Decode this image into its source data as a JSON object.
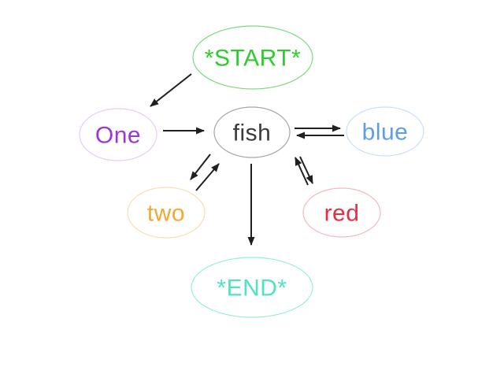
{
  "page": {
    "background": "#ffffff"
  },
  "diagram": {
    "type": "directed-graph",
    "arrow_color": "#1f1f1f",
    "nodes": {
      "start": {
        "label": "*START*",
        "text_color": "#2fcc2f",
        "border_color": "#7bdb7b"
      },
      "one": {
        "label": "One",
        "text_color": "#9b35e0",
        "border_color": "#e6cdf5"
      },
      "fish": {
        "label": "fish",
        "text_color": "#3b3b3b",
        "border_color": "#a6a6a6"
      },
      "blue": {
        "label": "blue",
        "text_color": "#5f9de8",
        "border_color": "#c9e0f7"
      },
      "two": {
        "label": "two",
        "text_color": "#f5a733",
        "border_color": "#f8dfb3"
      },
      "red": {
        "label": "red",
        "text_color": "#e62e40",
        "border_color": "#f4b9bf"
      },
      "end": {
        "label": "*END*",
        "text_color": "#50e3c2",
        "border_color": "#96eedd"
      }
    },
    "edges": [
      {
        "from": "*START*",
        "to": "One",
        "direction": "one-way"
      },
      {
        "from": "One",
        "to": "fish",
        "direction": "one-way"
      },
      {
        "from": "fish",
        "to": "blue",
        "direction": "two-way"
      },
      {
        "from": "fish",
        "to": "two",
        "direction": "two-way"
      },
      {
        "from": "fish",
        "to": "red",
        "direction": "two-way"
      },
      {
        "from": "fish",
        "to": "*END*",
        "direction": "one-way"
      }
    ]
  }
}
